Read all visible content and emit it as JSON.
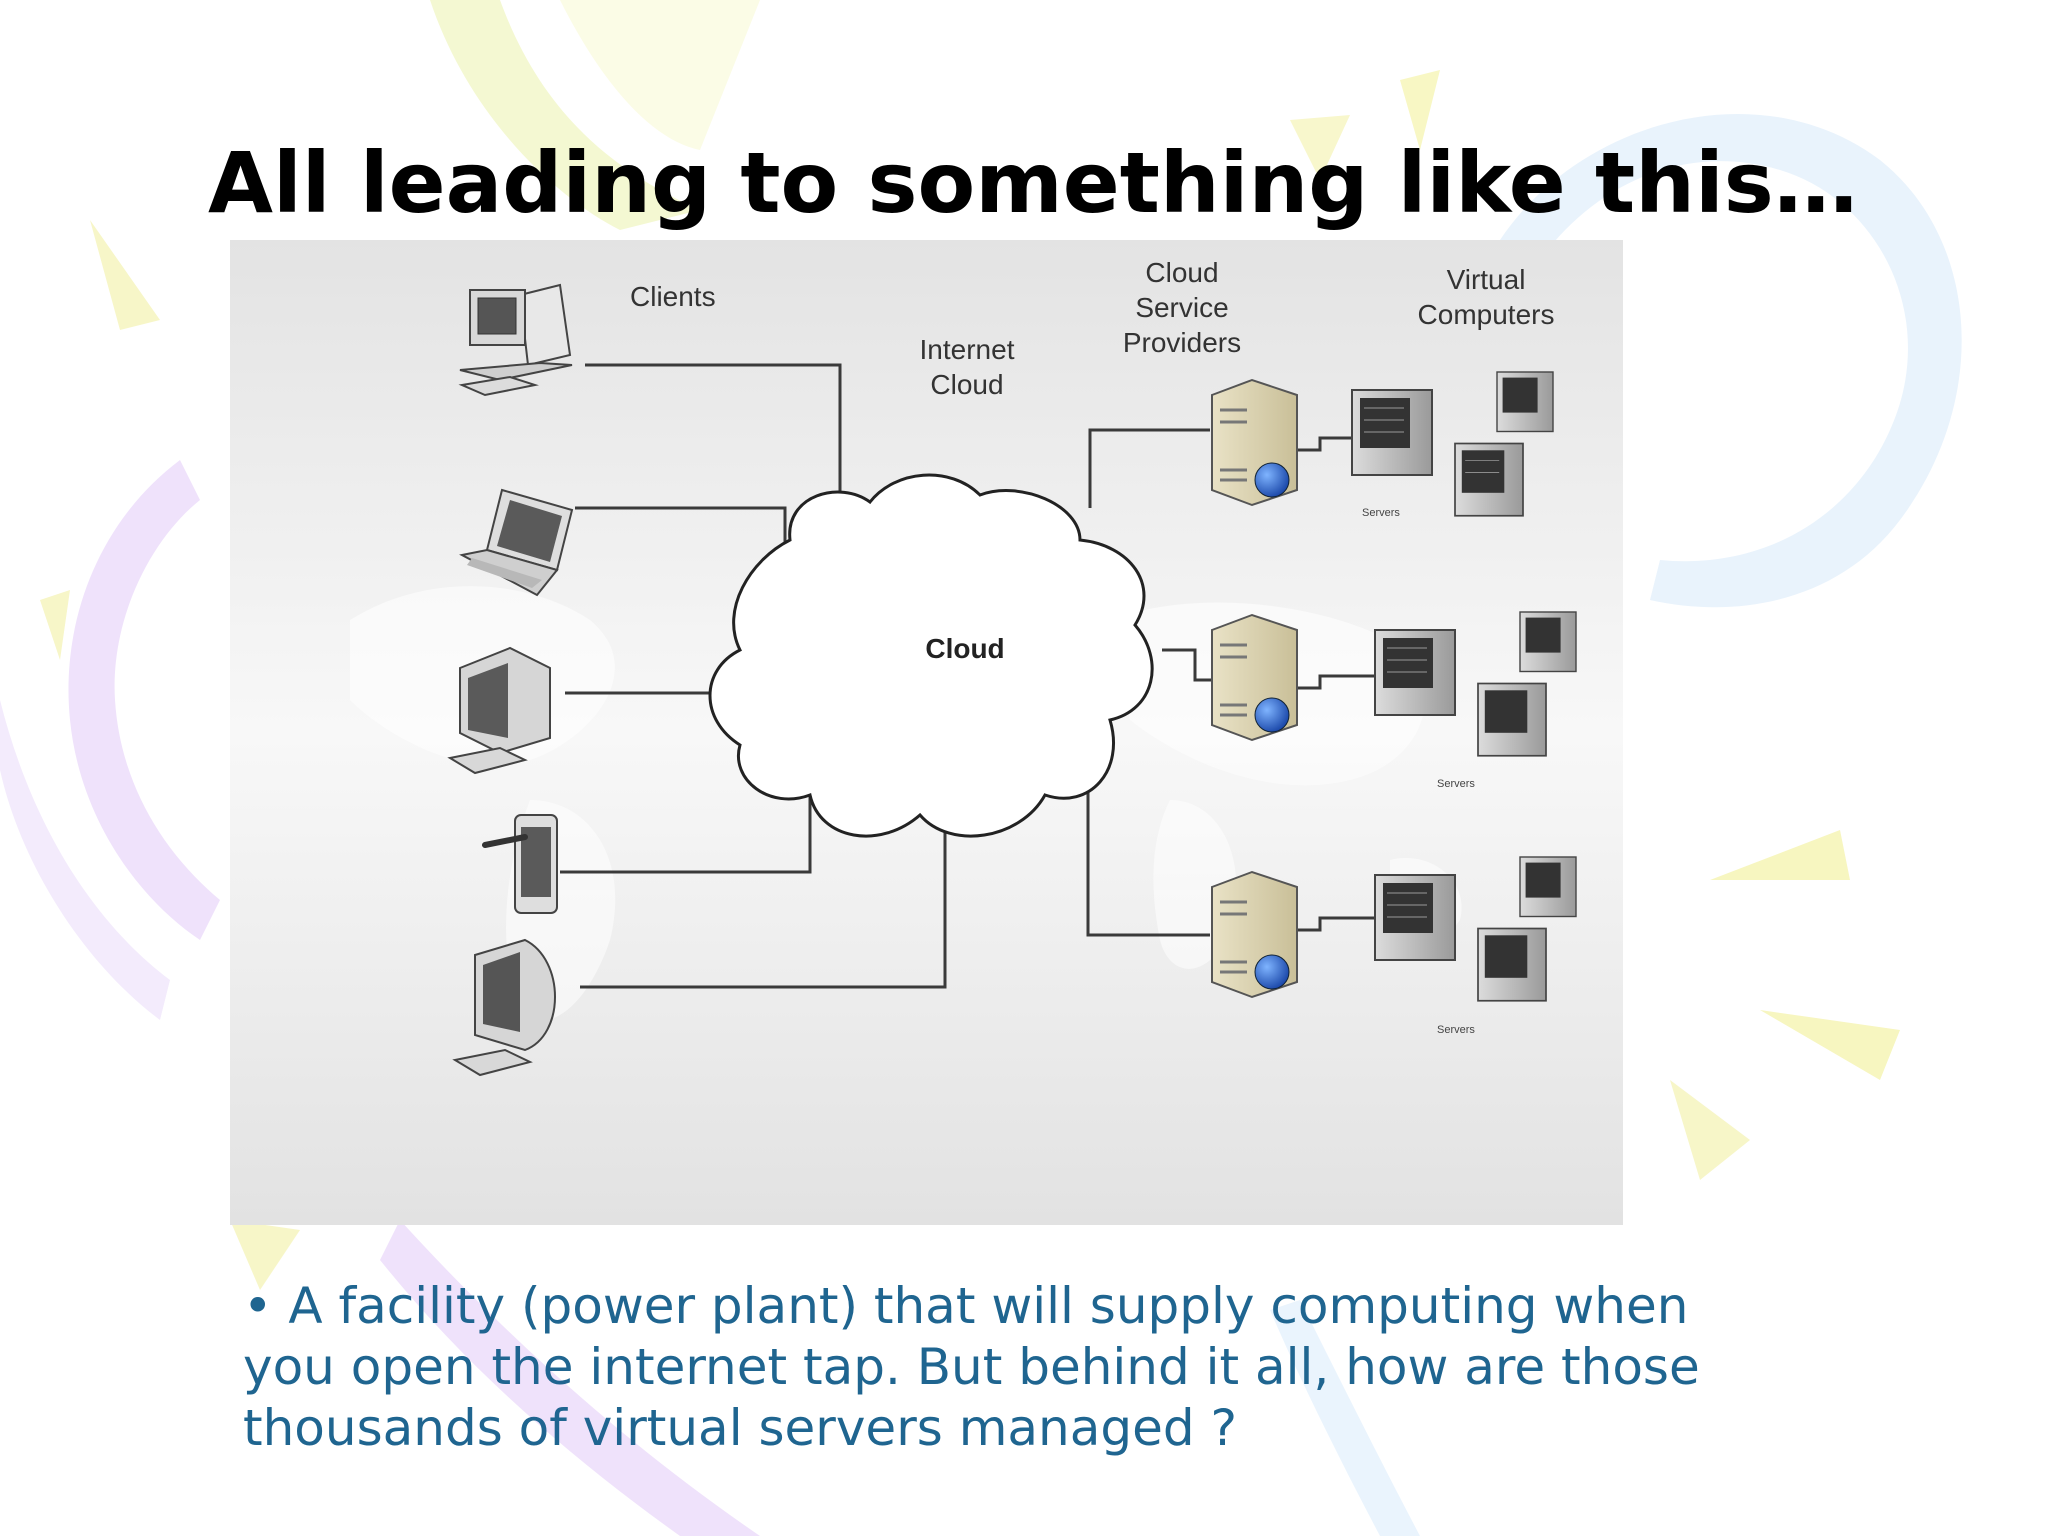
{
  "slide": {
    "title": "All leading to something like this…",
    "bullet": "• A facility (power plant) that will supply computing when you open the internet tap. But behind it all, how are those thousands of virtual servers managed ?"
  },
  "diagram": {
    "labels": {
      "clients": "Clients",
      "internet_cloud_line1": "Internet",
      "internet_cloud_line2": "Cloud",
      "providers_line1": "Cloud",
      "providers_line2": "Service",
      "providers_line3": "Providers",
      "virtual_line1": "Virtual",
      "virtual_line2": "Computers",
      "cloud": "Cloud",
      "servers_1": "Servers",
      "servers_2": "Servers",
      "servers_3": "Servers"
    },
    "clients": [
      "desktop-computer-icon",
      "laptop-icon",
      "crt-monitor-icon",
      "tablet-pc-icon",
      "imac-icon"
    ],
    "colors": {
      "title": "#000000",
      "bullet": "#1f6590",
      "panel": "#e6e6e6"
    }
  }
}
